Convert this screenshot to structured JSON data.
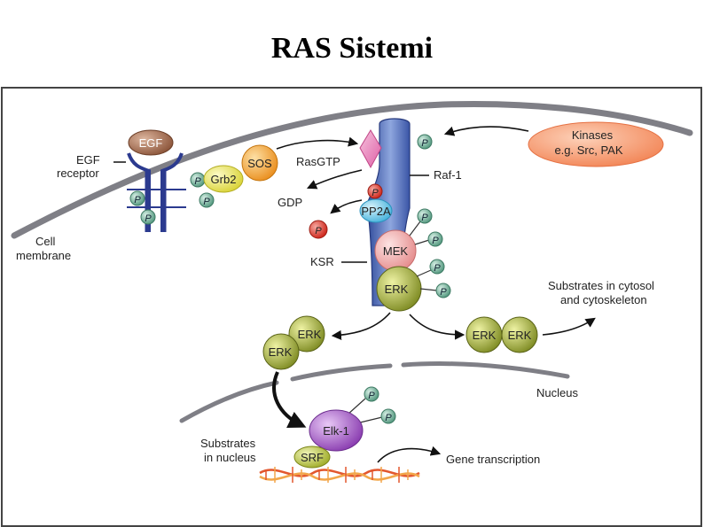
{
  "slide": {
    "title": "RAS Sistemi"
  },
  "diagram": {
    "labels": {
      "egf": "EGF",
      "egf_receptor_line1": "EGF",
      "egf_receptor_line2": "receptor",
      "cell_membrane_line1": "Cell",
      "cell_membrane_line2": "membrane",
      "grb2": "Grb2",
      "sos": "SOS",
      "ras_gtp": "RasGTP",
      "gdp": "GDP",
      "raf1": "Raf-1",
      "pp2a": "PP2A",
      "mek": "MEK",
      "ksr": "KSR",
      "erk": "ERK",
      "kinases_line1": "Kinases",
      "kinases_line2": "e.g. Src, PAK",
      "substrates_cytosol_line1": "Substrates in cytosol",
      "substrates_cytosol_line2": "and cytoskeleton",
      "nucleus": "Nucleus",
      "elk1": "Elk-1",
      "srf": "SRF",
      "substrates_nucleus_line1": "Substrates",
      "substrates_nucleus_line2": "in nucleus",
      "gene_transcription": "Gene transcription",
      "phosphate": "P"
    },
    "colors": {
      "membrane": "#7f7f86",
      "receptor": "#2b3a8f",
      "egf": "#a0674a",
      "grb2": "#e6e24c",
      "sos": "#f3a233",
      "ras": "#e57ab5",
      "raf": "#4f6db8",
      "phosphate_green": "#62a58d",
      "phosphate_red": "#d9342a",
      "pp2a": "#62c3e6",
      "mek": "#f0a8a8",
      "erk": "#a9b43a",
      "kinases": "#f59b72",
      "elk1": "#9b4fbf",
      "srf": "#b7c43d",
      "dna_red": "#e2572e",
      "dna_orange": "#f2a64a"
    }
  }
}
